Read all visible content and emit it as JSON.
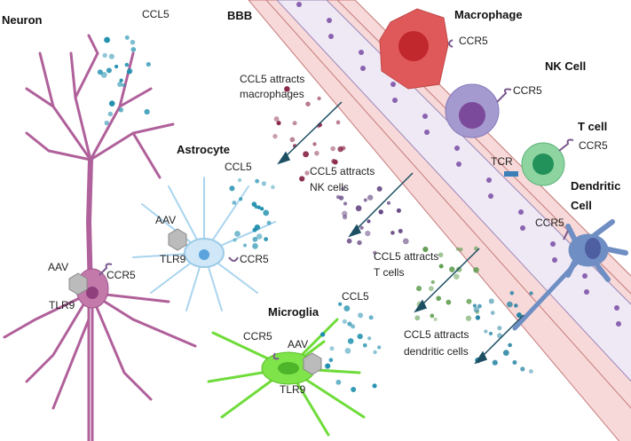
{
  "labels": {
    "neuron": "Neuron",
    "bbb": "BBB",
    "macrophage": "Macrophage",
    "nk_cell": "NK Cell",
    "t_cell": "T cell",
    "dendritic_1": "Dendritic",
    "dendritic_2": "Cell",
    "astrocyte": "Astrocyte",
    "microglia": "Microglia",
    "ccl5": "CCL5",
    "ccr5": "CCR5",
    "tcr": "TCR",
    "aav": "AAV",
    "tlr9": "TLR9",
    "attr_mac_1": "CCL5 attracts",
    "attr_mac_2": "macrophages",
    "attr_nk_1": "CCL5  attracts",
    "attr_nk_2": "NK cells",
    "attr_t_1": "CCL5 attracts",
    "attr_t_2": "T cells",
    "attr_dc_1": "CCL5 attracts",
    "attr_dc_2": "dendritic cells"
  },
  "colors": {
    "neuron": "#b0609a",
    "astrocyte": "#a9d4ee",
    "microglia": "#6fdc3a",
    "macrophage": "#e0595a",
    "nk": "#a59ad0",
    "tcell": "#6fc28a",
    "dendritic": "#6f8ec4",
    "bbb_wall": "#f6d6d6",
    "ccl5": "#1f8fae",
    "arrow": "#1d4f63"
  }
}
